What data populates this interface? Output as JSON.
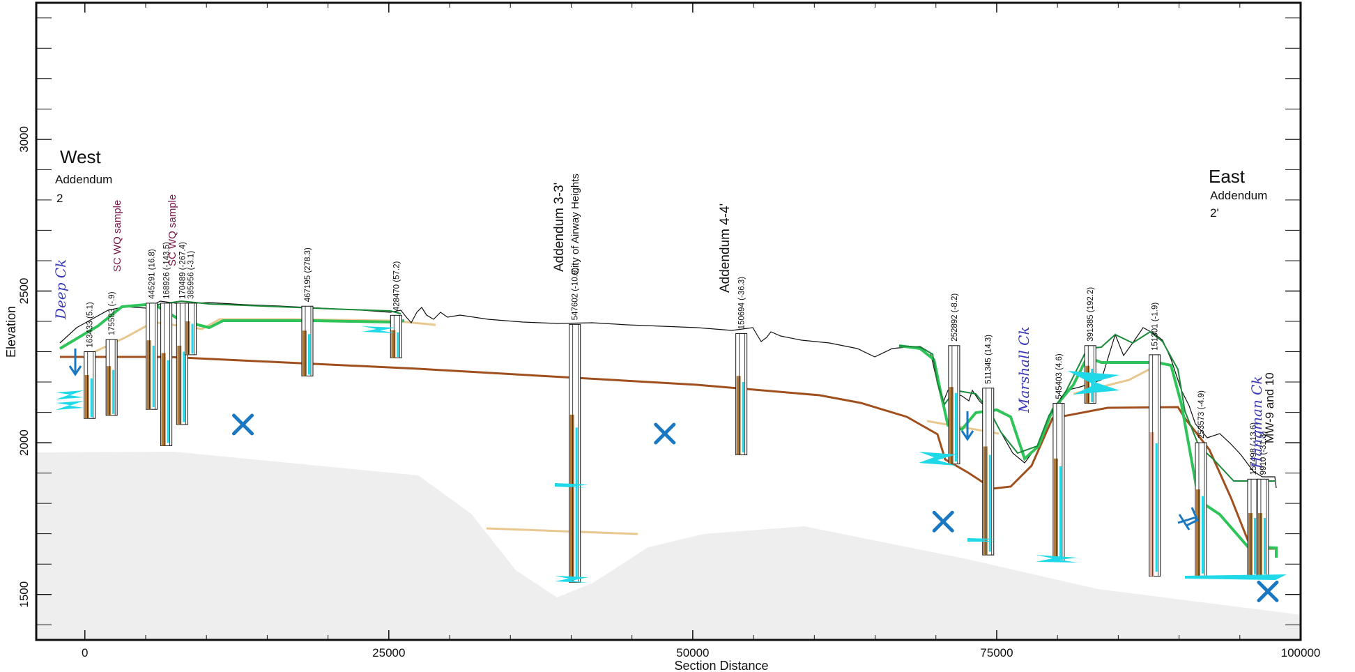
{
  "axes": {
    "x_title": "Section Distance",
    "y_title": "Elevation",
    "x_range": [
      -4000,
      100000
    ],
    "y_range": [
      1350,
      3450
    ],
    "x_ticks": [
      {
        "value": 0,
        "label": "0"
      },
      {
        "value": 25000,
        "label": "25000"
      },
      {
        "value": 50000,
        "label": "50000"
      },
      {
        "value": 75000,
        "label": "75000"
      },
      {
        "value": 100000,
        "label": "100000"
      }
    ],
    "y_ticks": [
      {
        "value": 1500,
        "label": "1500"
      },
      {
        "value": 2000,
        "label": "2000"
      },
      {
        "value": 2500,
        "label": "2500"
      },
      {
        "value": 3000,
        "label": "3000"
      }
    ]
  },
  "corners": {
    "west_title": "West",
    "west_sub1": "Addendum",
    "west_sub2": "2",
    "east_title": "East",
    "east_sub1": "Addendum",
    "east_sub2": "2'"
  },
  "labels": {
    "addendum_33": "Addendum 3-3'",
    "city_airway": "City of Airway Heights",
    "addendum_44": "Addendum 4-4'",
    "sc_wq_1": "SC WQ sample",
    "sc_wq_2": "SC WQ sample",
    "creek_deep": "Deep Ck",
    "creek_marshall": "Marshall Ck",
    "creek_hangman": "Hangman Ck",
    "mw_label": "MW-9 and 10"
  },
  "wells": [
    {
      "id": "163433",
      "label": "163433 (5.1)",
      "x": 400,
      "top": 2300,
      "bottom": 2080
    },
    {
      "id": "175583",
      "label": "175583 (-.9)",
      "x": 2200,
      "top": 2340,
      "bottom": 2090
    },
    {
      "id": "445291",
      "label": "445291 (16.8)",
      "x": 5500,
      "top": 2460,
      "bottom": 2110
    },
    {
      "id": "168926",
      "label": "168926 (-143.5)",
      "x": 6700,
      "top": 2460,
      "bottom": 1990
    },
    {
      "id": "170489",
      "label": "170489 (-267.4)",
      "x": 8000,
      "top": 2460,
      "bottom": 2060
    },
    {
      "id": "385956",
      "label": "385956 (-3.1)",
      "x": 8700,
      "top": 2460,
      "bottom": 2290
    },
    {
      "id": "467195",
      "label": "467195 (278.3)",
      "x": 18300,
      "top": 2450,
      "bottom": 2220
    },
    {
      "id": "428470",
      "label": "428470 (57.2)",
      "x": 25600,
      "top": 2420,
      "bottom": 2280
    },
    {
      "id": "547602",
      "label": "547602 (-10.9)",
      "x": 40300,
      "top": 2390,
      "bottom": 1540
    },
    {
      "id": "150694",
      "label": "150694 (-36.3)",
      "x": 54000,
      "top": 2360,
      "bottom": 1960
    },
    {
      "id": "252892",
      "label": "252892 (-8.2)",
      "x": 71500,
      "top": 2320,
      "bottom": 1930
    },
    {
      "id": "511345",
      "label": "511345 (14.3)",
      "x": 74300,
      "top": 2180,
      "bottom": 1630
    },
    {
      "id": "545403",
      "label": "545403 (4.6)",
      "x": 80100,
      "top": 2130,
      "bottom": 1610
    },
    {
      "id": "391385",
      "label": "391385 (192.2)",
      "x": 82700,
      "top": 2320,
      "bottom": 2130
    },
    {
      "id": "151301",
      "label": "151301 (-1.9)",
      "x": 88000,
      "top": 2290,
      "bottom": 1560
    },
    {
      "id": "253573",
      "label": "253573 (-4.9)",
      "x": 91800,
      "top": 2000,
      "bottom": 1560
    },
    {
      "id": "157498",
      "label": "157498 (-13.6)",
      "x": 96100,
      "top": 1880,
      "bottom": 1560
    },
    {
      "id": "9910",
      "label": "9910 (-31.3)",
      "x": 96900,
      "top": 1880,
      "bottom": 1560
    }
  ],
  "x_marks": [
    {
      "x": 13000,
      "y": 2060
    },
    {
      "x": 47700,
      "y": 2030
    },
    {
      "x": 70600,
      "y": 1740
    },
    {
      "x": 97300,
      "y": 1510
    }
  ],
  "colors": {
    "surface": "#111111",
    "green_line": "#2ec45a",
    "green_dark": "#1a8a3a",
    "brown_line": "#a0501e",
    "tan_line": "#e8c890",
    "bedrock_fill": "#eeeeee",
    "cyan": "#1fd8e8",
    "blue_arrow": "#1a78c2",
    "well_brown": "#b07a3a",
    "well_pink": "#e0b0a0"
  }
}
